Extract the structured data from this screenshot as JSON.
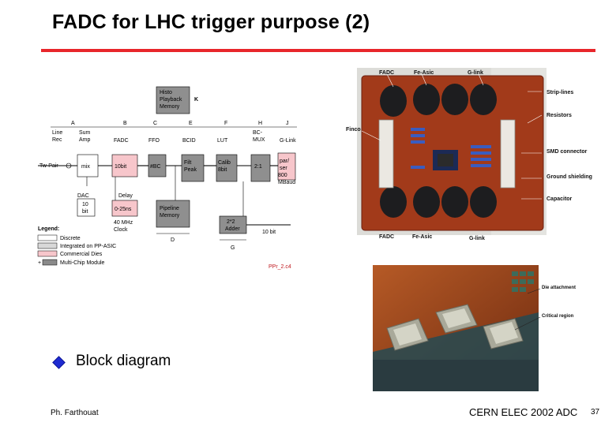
{
  "slide": {
    "title": "FADC for LHC trigger purpose (2)",
    "bullet": "Block diagram",
    "footer_author": "Ph. Farthouat",
    "footer_conference": "CERN ELEC 2002 ADC",
    "page_number": "37",
    "accent_color": "#e8262b",
    "bullet_color": "#1e2bd1"
  },
  "block_diagram": {
    "column_letters": [
      "A",
      "B",
      "C",
      "E",
      "F",
      "H",
      "J"
    ],
    "top_block": {
      "label_lines": [
        "Histo",
        "Playback",
        "Memory"
      ],
      "letter": "K"
    },
    "chain": [
      {
        "label_lines": [
          "Line",
          "Rec"
        ]
      },
      {
        "label_lines": [
          "Sum",
          "Amp"
        ]
      },
      {
        "label_lines": [
          "FADC"
        ]
      },
      {
        "label_lines": [
          "FFO"
        ]
      },
      {
        "label_lines": [
          "BCID"
        ]
      },
      {
        "label_lines": [
          "LUT"
        ]
      },
      {
        "label_lines": [
          "BC-",
          "MUX"
        ]
      },
      {
        "label_lines": [
          "G-Link"
        ]
      }
    ],
    "row_boxes": [
      {
        "label": "mix"
      },
      {
        "label": "10bit"
      },
      {
        "label": "#BC"
      },
      {
        "label_lines": [
          "Filt",
          "Peak"
        ]
      },
      {
        "label_lines": [
          "Calib",
          "8bit"
        ]
      },
      {
        "label": "2:1"
      },
      {
        "label_lines": [
          "par/",
          "ser"
        ]
      }
    ],
    "input_label": "Tw-Pair",
    "output_label_lines": [
      "800",
      "MBaud"
    ],
    "dac": {
      "label": "DAC",
      "value_lines": [
        "10",
        "bit"
      ]
    },
    "delay": {
      "label": "Delay",
      "value": "0-25ns",
      "clock_lines": [
        "40 MHz",
        "Clock"
      ]
    },
    "pipeline": {
      "label_lines": [
        "Pipeline",
        "Memory"
      ],
      "letter": "D"
    },
    "adder": {
      "label_lines": [
        "2*2",
        "Adder"
      ],
      "out_label": "10 bit",
      "letter": "G"
    },
    "legend": {
      "title": "Legend:",
      "items": [
        {
          "label": "Discrete",
          "fill": "#ffffff"
        },
        {
          "label": "Integrated on PP-ASIC",
          "fill": "#d8d8d8"
        },
        {
          "label": "Commercial Dies",
          "fill": "#f7c6cb"
        },
        {
          "label": "Multi-Chip Module",
          "fill": "#8a8a8a",
          "prefix": "+"
        }
      ]
    },
    "ref": "PPr_2.c4"
  },
  "board_photo": {
    "top_labels": [
      "FADC",
      "Fe-Asic",
      "G-link"
    ],
    "bottom_labels": [
      "FADC",
      "Fe-Asic",
      "G-link"
    ],
    "left_labels": [
      "Finco"
    ],
    "right_labels": [
      "Strip-lines",
      "Resistors",
      "SMD connector",
      "Ground shielding",
      "Capacitor"
    ]
  },
  "die_photo": {
    "labels": [
      "Die attachment",
      "Critical region"
    ]
  }
}
